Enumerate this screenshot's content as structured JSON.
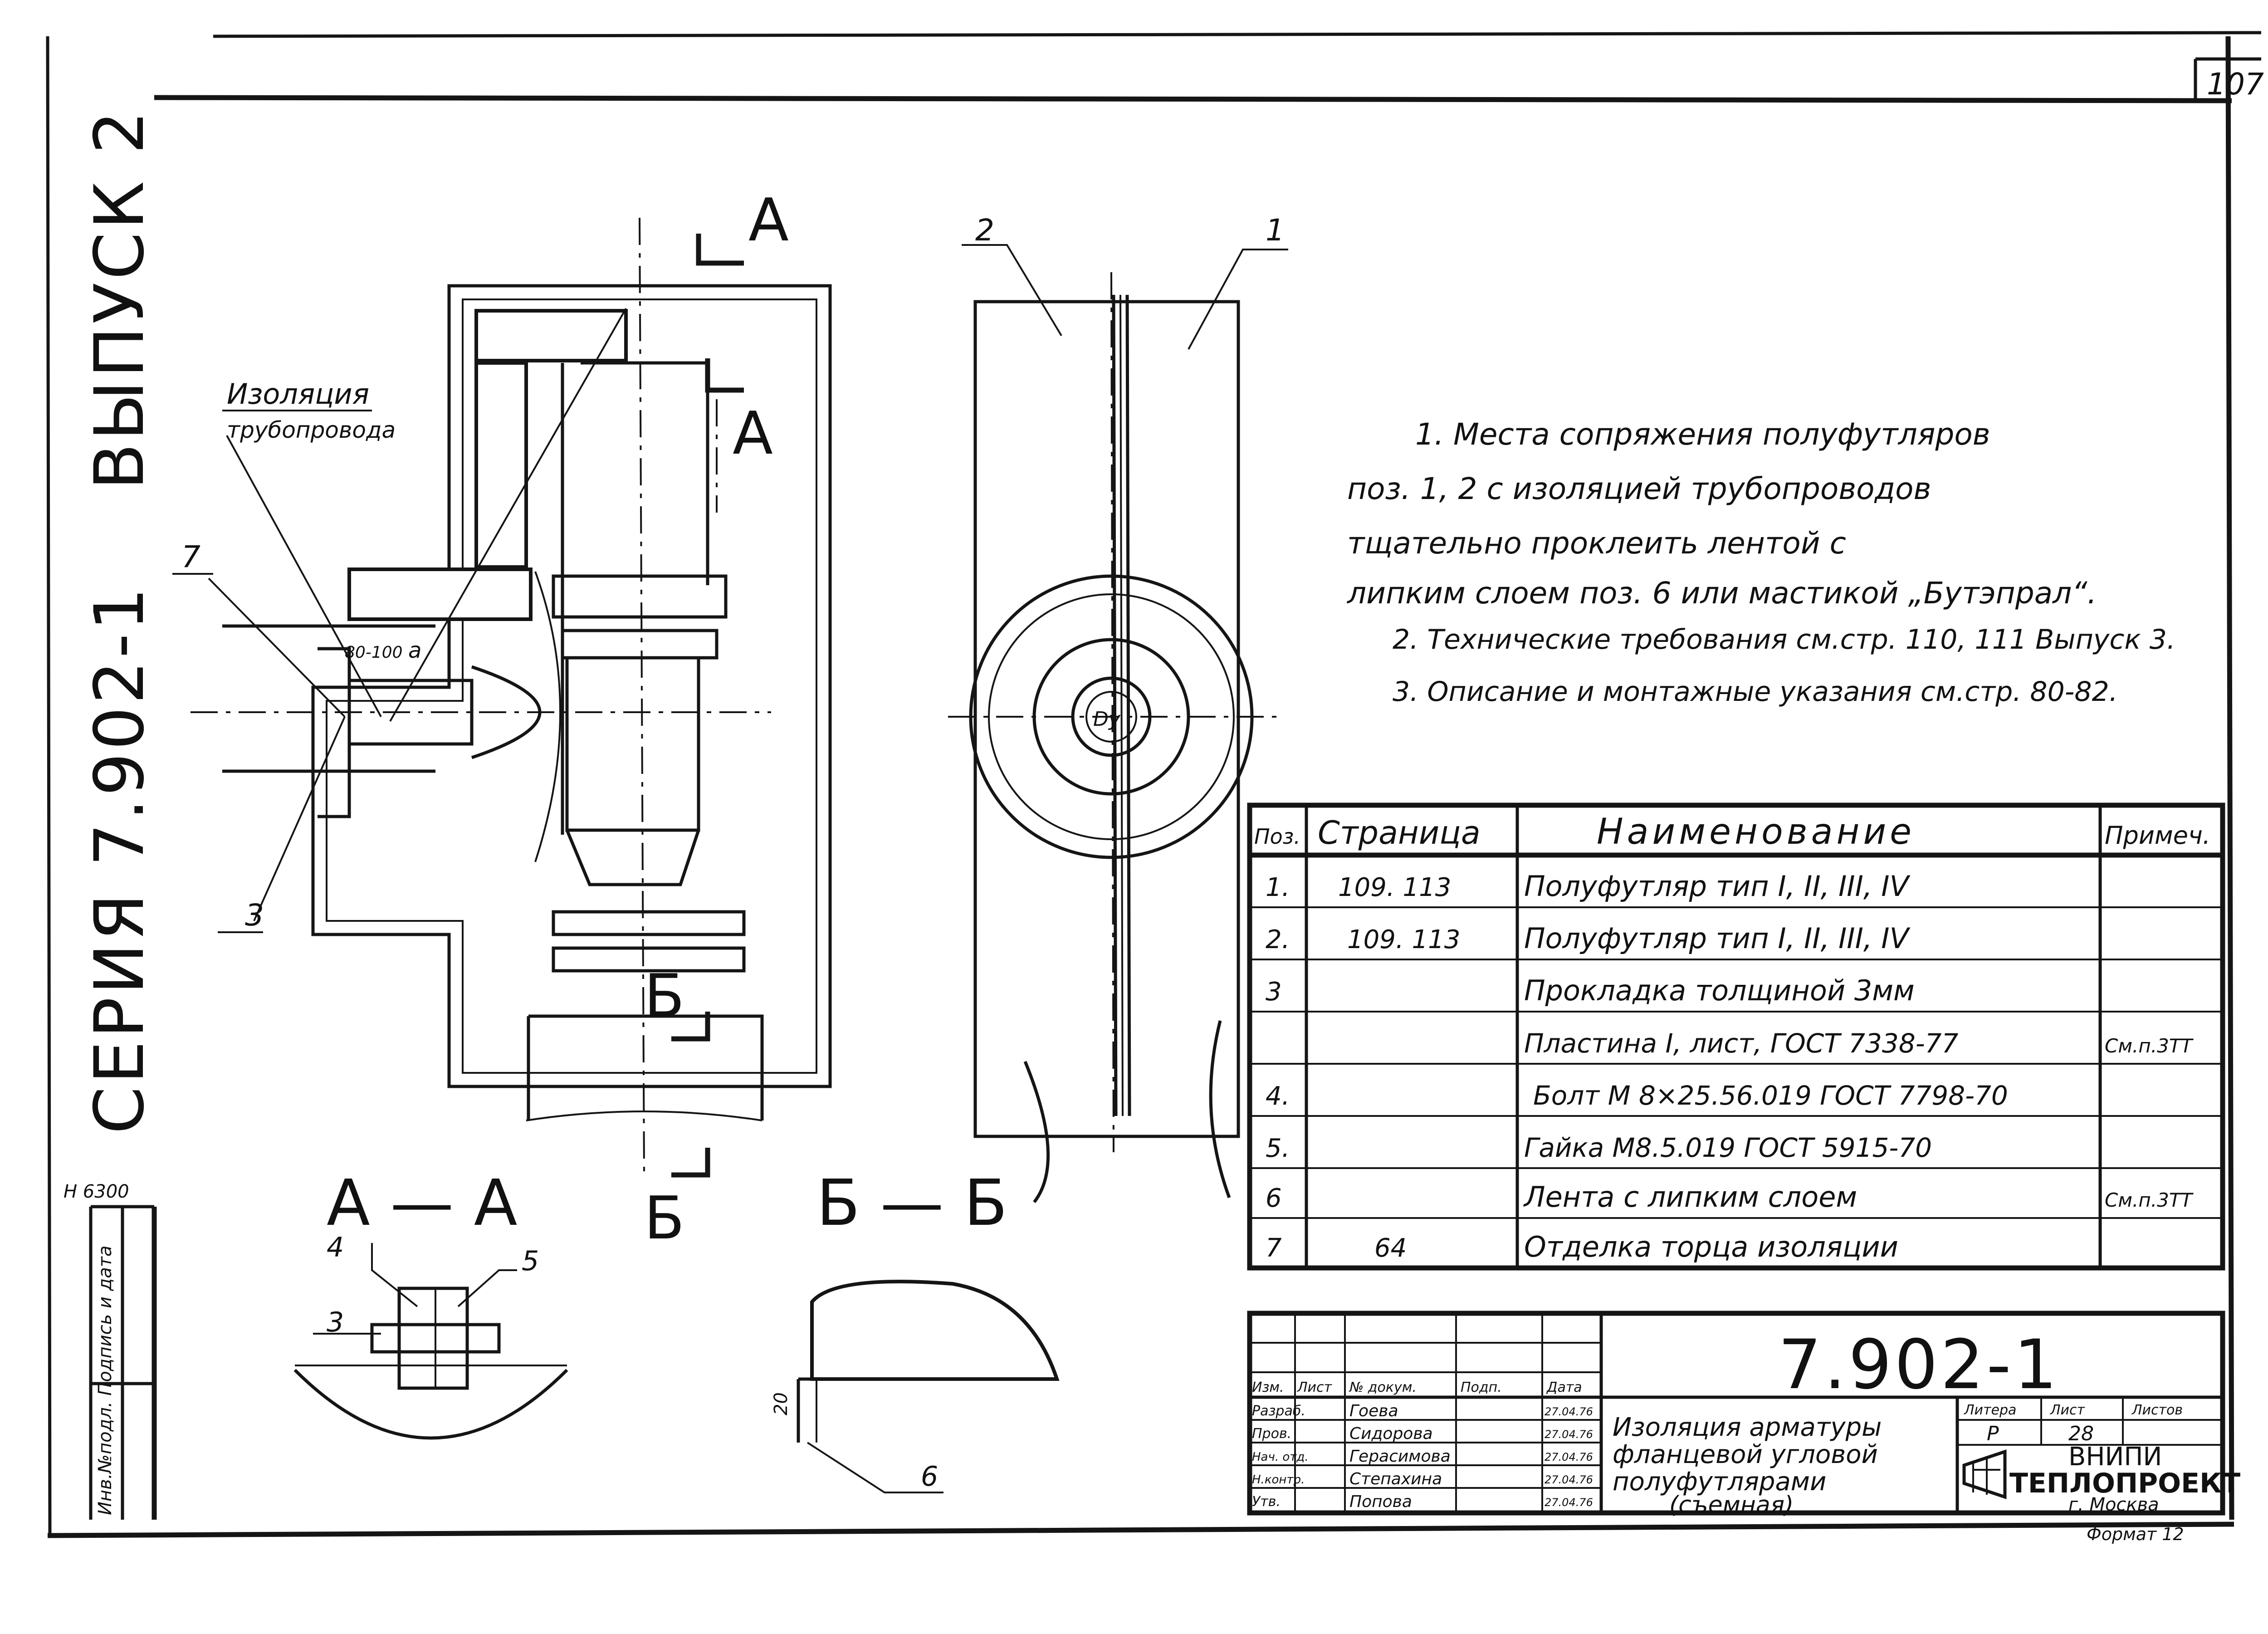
{
  "sheet_number": "107",
  "side_labels": {
    "series": "СЕРИЯ 7.902-1",
    "issue": "ВЫПУСК 2",
    "inventory_code": "Н 6300",
    "stamp": "Инв.№подл. Подпись и дата"
  },
  "drawing_labels": {
    "section_a": "А",
    "section_b": "Б",
    "section_aa": "А — А",
    "section_bb": "Б — Б",
    "insulation_callout": [
      "Изоляция",
      "трубопровода"
    ],
    "dim_80_100": "80-100",
    "dim_a": "а",
    "dim_20": "20",
    "dy": "Dy",
    "pos_1": "1",
    "pos_2": "2",
    "pos_3": "3",
    "pos_4": "4",
    "pos_5": "5",
    "pos_6": "6",
    "pos_7": "7"
  },
  "notes": [
    "1. Места сопряжения полуфутляров",
    "поз. 1, 2 с изоляцией трубопроводов",
    "тщательно проклеить лентой с",
    "липким слоем поз. 6 или мастикой „Бутэпрал“.",
    "2. Технические требования см.стр. 110, 111 Выпуск 3.",
    "3. Описание и монтажные указания см.стр. 80-82."
  ],
  "spec_table": {
    "headers": [
      "Поз.",
      "Страница",
      "Наименование",
      "Примеч."
    ],
    "rows": [
      [
        "1.",
        "109. 113",
        "Полуфутляр тип I, II, III, IV",
        ""
      ],
      [
        "2.",
        "109. 113",
        "Полуфутляр тип I, II, III, IV",
        ""
      ],
      [
        "3",
        "",
        "Прокладка толщиной 3мм",
        ""
      ],
      [
        "",
        "",
        "Пластина I, лист, ГОСТ 7338-77",
        "См.п.3ТТ"
      ],
      [
        "4.",
        "",
        "Болт М 8×25.56.019 ГОСТ 7798-70",
        ""
      ],
      [
        "5.",
        "",
        "Гайка М8.5.019 ГОСТ 5915-70",
        ""
      ],
      [
        "6",
        "",
        "Лента с липким слоем",
        "См.п.3ТТ"
      ],
      [
        "7",
        "64",
        "Отделка торца изоляции",
        ""
      ]
    ]
  },
  "title_block": {
    "code": "7.902-1",
    "title_lines": [
      "Изоляция арматуры",
      "фланцевой угловой",
      "полуфутлярами",
      "(съемная)"
    ],
    "header_cells": [
      "Изм.",
      "Лист",
      "№ докум.",
      "Подп.",
      "Дата"
    ],
    "staff": [
      {
        "role": "Разраб.",
        "name": "Гоева",
        "date": "27.04.76"
      },
      {
        "role": "Пров.",
        "name": "Сидорова",
        "date": "27.04.76"
      },
      {
        "role": "Нач. отд.",
        "name": "Герасимова",
        "date": "27.04.76"
      },
      {
        "role": "Н.контр.",
        "name": "Степахина",
        "date": "27.04.76"
      },
      {
        "role": "Утв.",
        "name": "Попова",
        "date": "27.04.76"
      }
    ],
    "litera_label": "Литера",
    "sheet_label": "Лист",
    "sheets_label": "Листов",
    "litera": "Р",
    "sheet": "28",
    "org_line1": "ВНИПИ",
    "org_line2": "ТЕПЛОПРОЕКТ",
    "org_city": "г. Москва",
    "format": "Формат 12"
  }
}
